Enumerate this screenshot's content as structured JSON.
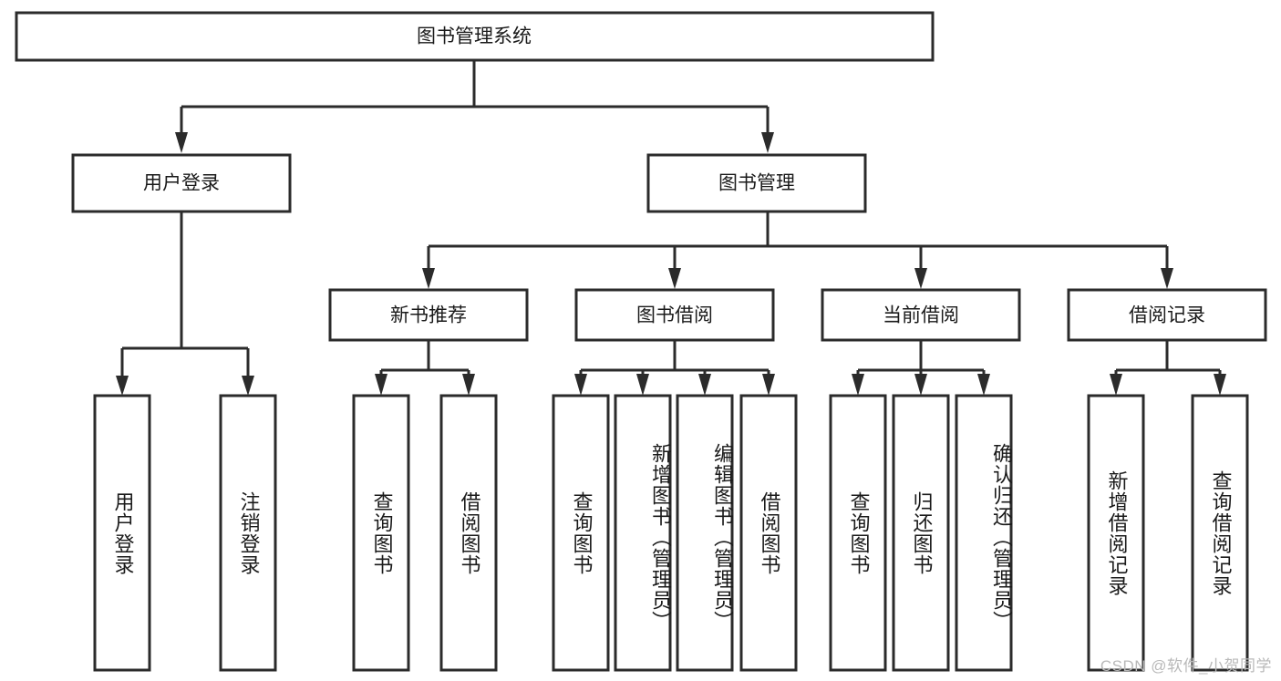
{
  "diagram": {
    "title": "图书管理系统",
    "type": "tree-hierarchy",
    "watermark": "CSDN @软件_小贺同学",
    "accent_color": "#2b2b2b",
    "box_fill": "#ffffff",
    "levels": {
      "root": {
        "label": "图书管理系统"
      },
      "level2": [
        {
          "label": "用户登录"
        },
        {
          "label": "图书管理"
        }
      ],
      "level3": [
        {
          "label": "新书推荐"
        },
        {
          "label": "图书借阅"
        },
        {
          "label": "当前借阅"
        },
        {
          "label": "借阅记录"
        }
      ],
      "leaves": {
        "user_login": [
          {
            "label": "用户登录"
          },
          {
            "label": "注销登录"
          }
        ],
        "new_book_recommend": [
          {
            "label": "查询图书"
          },
          {
            "label": "借阅图书"
          }
        ],
        "book_borrow": [
          {
            "label": "查询图书"
          },
          {
            "label": "新增图书（管理员）"
          },
          {
            "label": "编辑图书（管理员）"
          },
          {
            "label": "借阅图书"
          }
        ],
        "current_borrow": [
          {
            "label": "查询图书"
          },
          {
            "label": "归还图书"
          },
          {
            "label": "确认归还（管理员）"
          }
        ],
        "borrow_records": [
          {
            "label": "新增借阅记录"
          },
          {
            "label": "查询借阅记录"
          }
        ]
      }
    }
  }
}
